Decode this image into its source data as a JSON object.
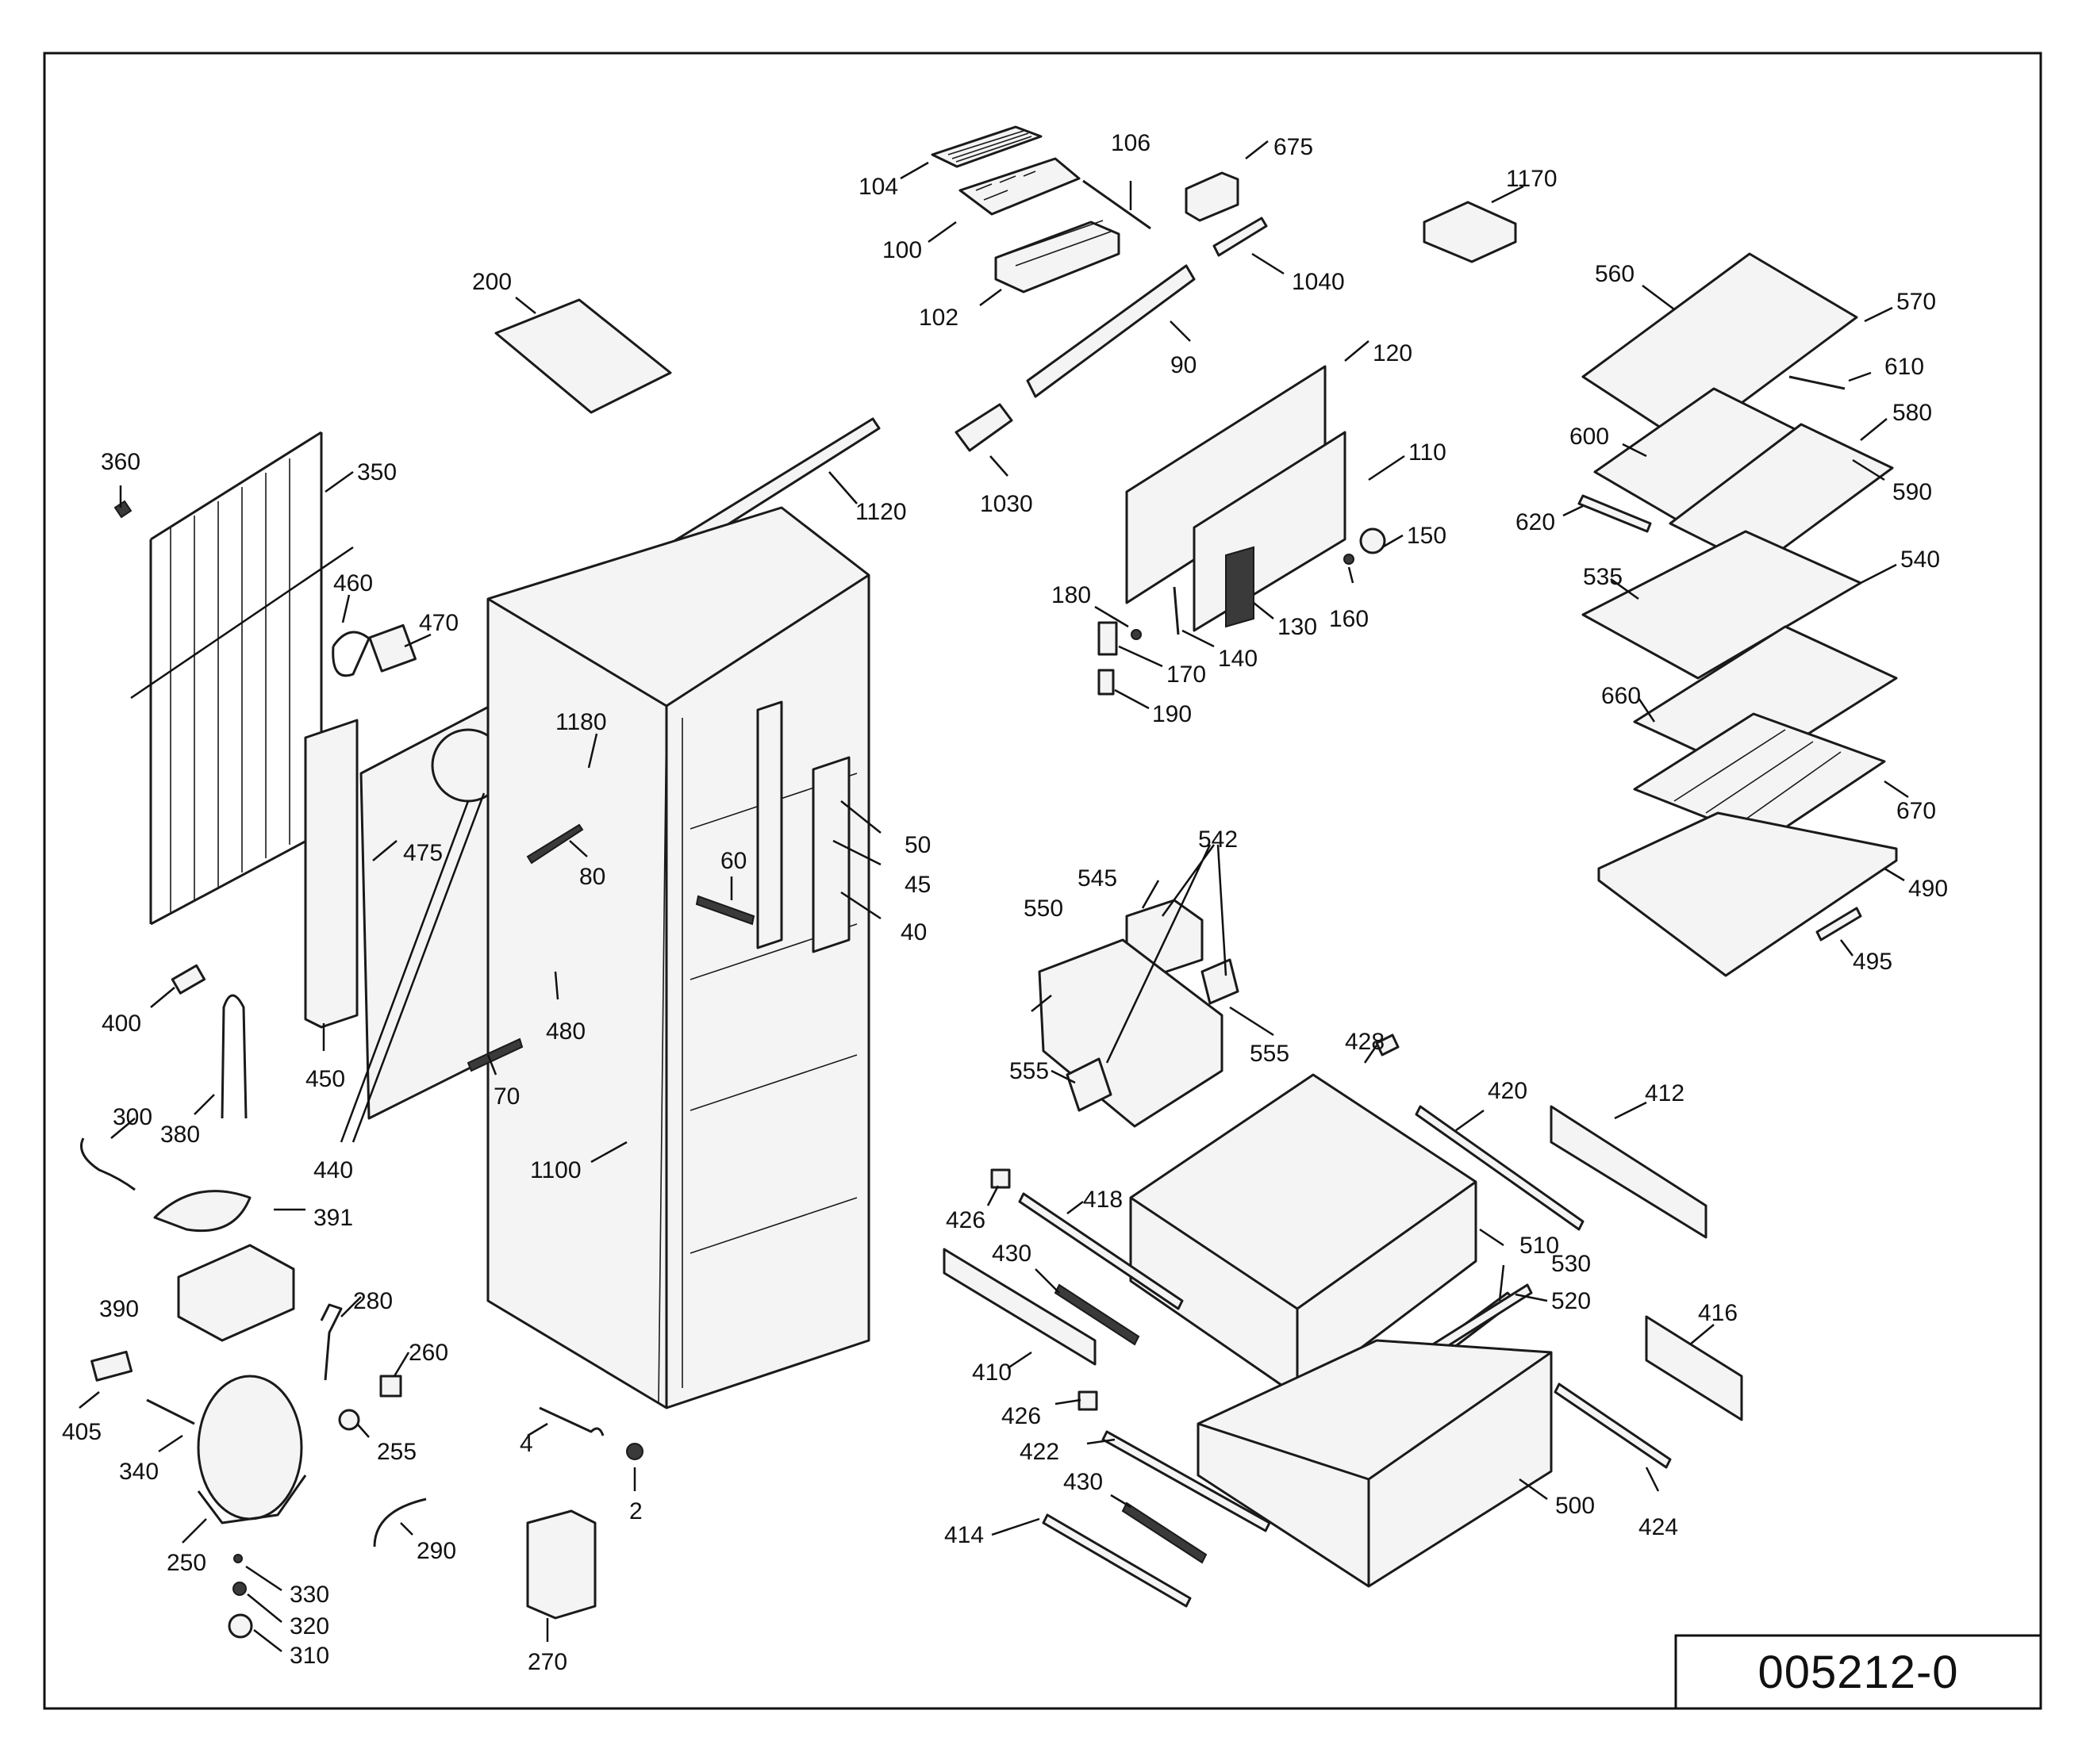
{
  "drawing_number": "005212-0",
  "part_labels": [
    {
      "id": "p104",
      "text": "104"
    },
    {
      "id": "p100",
      "text": "100"
    },
    {
      "id": "p106",
      "text": "106"
    },
    {
      "id": "p675",
      "text": "675"
    },
    {
      "id": "p1170",
      "text": "1170"
    },
    {
      "id": "p102",
      "text": "102"
    },
    {
      "id": "p1040",
      "text": "1040"
    },
    {
      "id": "p90",
      "text": "90"
    },
    {
      "id": "p200",
      "text": "200"
    },
    {
      "id": "p1030",
      "text": "1030"
    },
    {
      "id": "p1120",
      "text": "1120"
    },
    {
      "id": "p120",
      "text": "120"
    },
    {
      "id": "p110",
      "text": "110"
    },
    {
      "id": "p150",
      "text": "150"
    },
    {
      "id": "p180",
      "text": "180"
    },
    {
      "id": "p160",
      "text": "160"
    },
    {
      "id": "p130",
      "text": "130"
    },
    {
      "id": "p140",
      "text": "140"
    },
    {
      "id": "p170",
      "text": "170"
    },
    {
      "id": "p190",
      "text": "190"
    },
    {
      "id": "p360",
      "text": "360"
    },
    {
      "id": "p350",
      "text": "350"
    },
    {
      "id": "p460",
      "text": "460"
    },
    {
      "id": "p470",
      "text": "470"
    },
    {
      "id": "p1180",
      "text": "1180"
    },
    {
      "id": "p475",
      "text": "475"
    },
    {
      "id": "p80",
      "text": "80"
    },
    {
      "id": "p60",
      "text": "60"
    },
    {
      "id": "p50",
      "text": "50"
    },
    {
      "id": "p45",
      "text": "45"
    },
    {
      "id": "p40",
      "text": "40"
    },
    {
      "id": "p400",
      "text": "400"
    },
    {
      "id": "p450",
      "text": "450"
    },
    {
      "id": "p480",
      "text": "480"
    },
    {
      "id": "p300",
      "text": "300"
    },
    {
      "id": "p380",
      "text": "380"
    },
    {
      "id": "p70",
      "text": "70"
    },
    {
      "id": "p440",
      "text": "440"
    },
    {
      "id": "p1100",
      "text": "1100"
    },
    {
      "id": "p391",
      "text": "391"
    },
    {
      "id": "p390",
      "text": "390"
    },
    {
      "id": "p280",
      "text": "280"
    },
    {
      "id": "p260",
      "text": "260"
    },
    {
      "id": "p405",
      "text": "405"
    },
    {
      "id": "p340",
      "text": "340"
    },
    {
      "id": "p255",
      "text": "255"
    },
    {
      "id": "p4",
      "text": "4"
    },
    {
      "id": "p2",
      "text": "2"
    },
    {
      "id": "p250",
      "text": "250"
    },
    {
      "id": "p290",
      "text": "290"
    },
    {
      "id": "p330",
      "text": "330"
    },
    {
      "id": "p320",
      "text": "320"
    },
    {
      "id": "p310",
      "text": "310"
    },
    {
      "id": "p270",
      "text": "270"
    },
    {
      "id": "p560",
      "text": "560"
    },
    {
      "id": "p570",
      "text": "570"
    },
    {
      "id": "p610",
      "text": "610"
    },
    {
      "id": "p600",
      "text": "600"
    },
    {
      "id": "p580",
      "text": "580"
    },
    {
      "id": "p620",
      "text": "620"
    },
    {
      "id": "p590",
      "text": "590"
    },
    {
      "id": "p535",
      "text": "535"
    },
    {
      "id": "p540",
      "text": "540"
    },
    {
      "id": "p660",
      "text": "660"
    },
    {
      "id": "p670",
      "text": "670"
    },
    {
      "id": "p490",
      "text": "490"
    },
    {
      "id": "p495",
      "text": "495"
    },
    {
      "id": "p542",
      "text": "542"
    },
    {
      "id": "p545",
      "text": "545"
    },
    {
      "id": "p550",
      "text": "550"
    },
    {
      "id": "p555a",
      "text": "555"
    },
    {
      "id": "p555b",
      "text": "555"
    },
    {
      "id": "p428",
      "text": "428"
    },
    {
      "id": "p420",
      "text": "420"
    },
    {
      "id": "p412",
      "text": "412"
    },
    {
      "id": "p426a",
      "text": "426"
    },
    {
      "id": "p418",
      "text": "418"
    },
    {
      "id": "p510",
      "text": "510"
    },
    {
      "id": "p530",
      "text": "530"
    },
    {
      "id": "p430a",
      "text": "430"
    },
    {
      "id": "p520",
      "text": "520"
    },
    {
      "id": "p416",
      "text": "416"
    },
    {
      "id": "p410",
      "text": "410"
    },
    {
      "id": "p426b",
      "text": "426"
    },
    {
      "id": "p422",
      "text": "422"
    },
    {
      "id": "p430b",
      "text": "430"
    },
    {
      "id": "p500",
      "text": "500"
    },
    {
      "id": "p424",
      "text": "424"
    },
    {
      "id": "p414",
      "text": "414"
    }
  ]
}
